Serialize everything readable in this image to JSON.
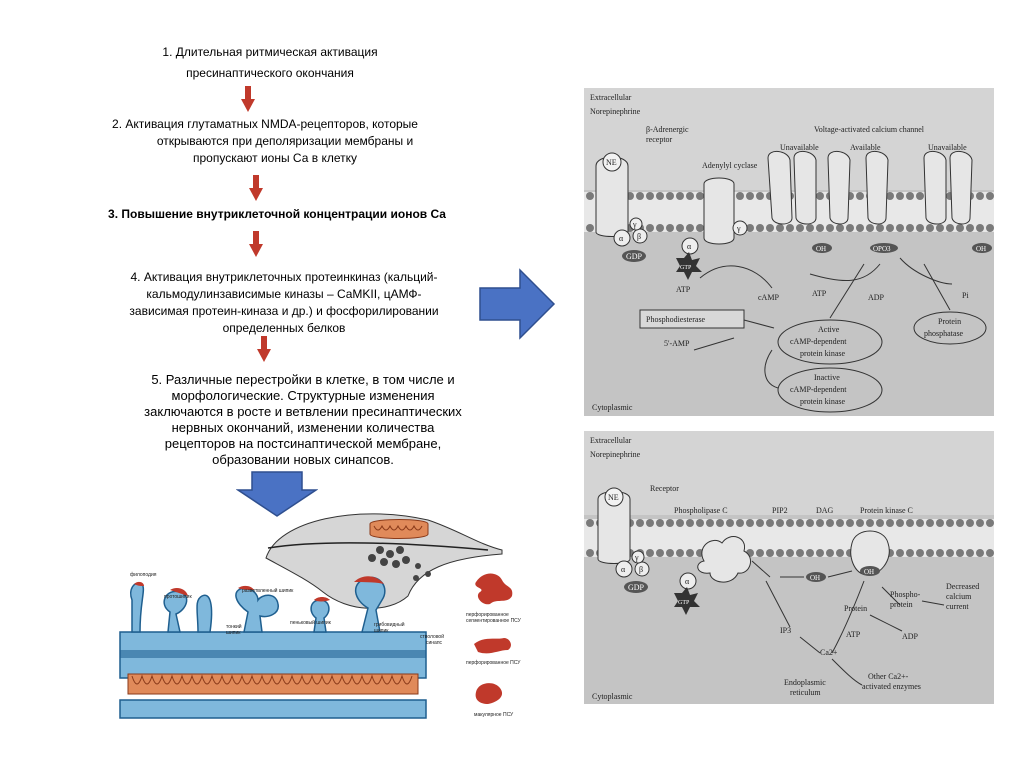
{
  "steps": {
    "s1": {
      "line1": "1. Длительная ритмическая активация",
      "line2": "пресинаптического окончания"
    },
    "s2": {
      "line1": "2. Активация глутаматных NMDA-рецепторов, которые",
      "line2": "открываются при деполяризации мембраны и",
      "line3": "пропускают ионы Са в клетку"
    },
    "s3": {
      "line1": "3. Повышение внутриклеточной концентрации ионов Са"
    },
    "s4": {
      "line1": "4. Активация внутриклеточных протеинкиназ (кальций-",
      "line2": "кальмодулинзависимые киназы – CaMKII, цАМФ-",
      "line3": "зависимая протеин-киназа и др.) и фосфорилировании",
      "line4": "определенных белков"
    },
    "s5": {
      "line1": "5. Различные перестройки в клетке, в том числе и",
      "line2": "морфологические. Структурные изменения",
      "line3": "заключаются в росте и ветвлении пресинаптических",
      "line4": "нервных окончаний, изменении количества",
      "line5": "рецепторов на постсинаптической мембране,",
      "line6": "образовании новых синапсов."
    }
  },
  "colors": {
    "red_arrow": "#c0392b",
    "blue_arrow": "#4a72c4",
    "panel_bg": "#c4c4c4"
  },
  "panel_top": {
    "extracellular": "Extracellular",
    "norepinephrine": "Norepinephrine",
    "beta_receptor": "β-Adrenergic",
    "beta_receptor2": "receptor",
    "channel_title": "Voltage-activated calcium channel",
    "unavailable1": "Unavailable",
    "available": "Available",
    "unavailable2": "Unavailable",
    "adenylyl": "Adenylyl cyclase",
    "ne": "NE",
    "gdp": "GDP",
    "gtp": "GTP",
    "alpha": "α",
    "beta": "β",
    "gamma": "γ",
    "oh": "OH",
    "opo3": "OPO3",
    "atp1": "ATP",
    "camp": "cAMP",
    "atp2": "ATP",
    "adp": "ADP",
    "pi": "Pi",
    "phosphodiesterase": "Phosphodiesterase",
    "five_amp": "5'-AMP",
    "active1": "Active",
    "active2": "cAMP-dependent",
    "active3": "protein kinase",
    "pp1": "Protein",
    "pp2": "phosphatase",
    "inactive1": "Inactive",
    "inactive2": "cAMP-dependent",
    "inactive3": "protein kinase",
    "cytoplasmic": "Cytoplasmic"
  },
  "panel_bottom": {
    "extracellular": "Extracellular",
    "norepinephrine": "Norepinephrine",
    "receptor": "Receptor",
    "ne": "NE",
    "gdp": "GDP",
    "gtp": "GTP",
    "alpha": "α",
    "beta": "β",
    "gamma": "γ",
    "plc": "Phospholipase C",
    "pip2": "PIP2",
    "dag": "DAG",
    "pkc": "Protein kinase C",
    "oh1": "OH",
    "oh2": "OH",
    "ip3": "IP3",
    "ca": "Ca2+",
    "er1": "Endoplasmic",
    "er2": "reticulum",
    "protein": "Protein",
    "phospho1": "Phospho-",
    "phospho2": "protein",
    "atp": "ATP",
    "adp": "ADP",
    "decreased1": "Decreased",
    "decreased2": "calcium",
    "decreased3": "current",
    "other1": "Other Ca2+-",
    "other2": "activated enzymes",
    "cytoplasmic": "Cytoplasmic"
  },
  "synapse_fig": {
    "filopodia": "филоподия",
    "protoshipik": "протошипик",
    "branched": "разветвленный шипик",
    "thin1": "тонкий",
    "thin2": "шипик",
    "mushroom": "пеньковый шипик",
    "multi1": "грибовидный",
    "multi2": "шипик",
    "stem1": "стволовой",
    "stem2": "синапс",
    "psd1a": "перфорированное",
    "psd1b": "сегментированное ПСУ",
    "psd2": "перфорированное ПСУ",
    "psd3": "макулярное ПСУ"
  }
}
